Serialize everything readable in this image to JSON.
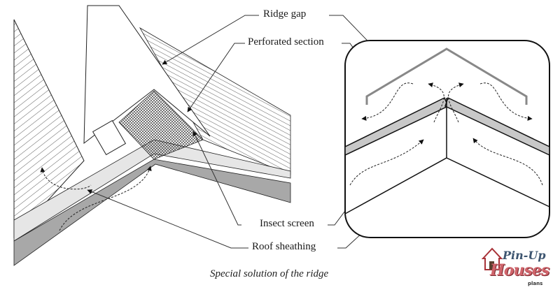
{
  "labels": {
    "ridge_gap": "Ridge gap",
    "perforated_section": "Perforated section",
    "insect_screen": "Insect screen",
    "roof_sheathing": "Roof sheathing"
  },
  "caption": "Special solution of the ridge",
  "logo": {
    "line1": "Pin-Up",
    "line2": "Houses",
    "line3": "plans"
  },
  "colors": {
    "line": "#1a1a1a",
    "sheathing_gray": "#a8a8a8",
    "light_gray": "#e6e6e6",
    "logo_blue": "#3d5570",
    "logo_red": "#d0646b"
  }
}
